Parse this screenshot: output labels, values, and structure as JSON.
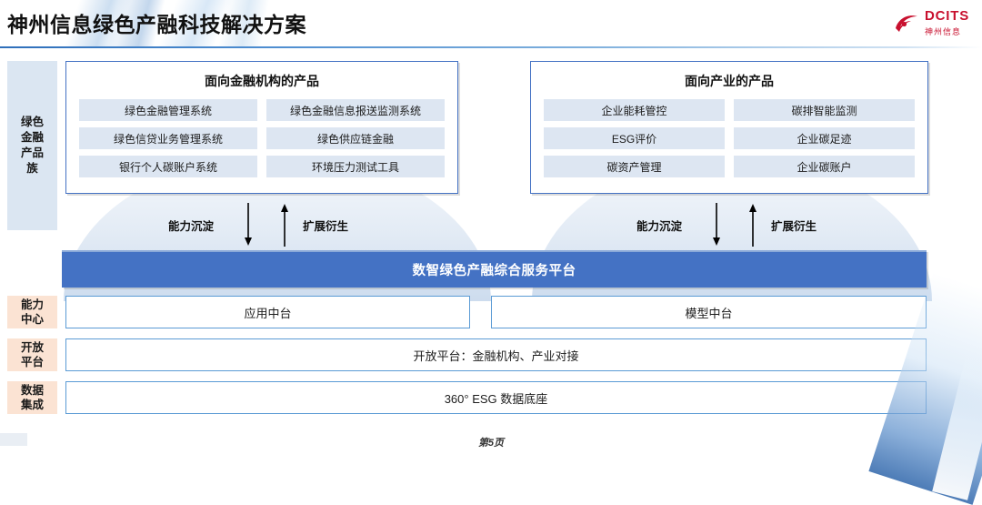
{
  "header": {
    "title": "神州信息绿色产融科技解决方案",
    "logo": {
      "mark": "swoosh-logo-icon",
      "en": "DCITS",
      "cn": "神州信息"
    }
  },
  "rails": [
    {
      "name": "green-finance-family",
      "label": "绿色\n金融\n产品\n族",
      "color": "#dbe6f2"
    },
    {
      "name": "ability-center",
      "label": "能力\n中心",
      "color": "#fbe3d3"
    },
    {
      "name": "open-platform",
      "label": "开放\n平台",
      "color": "#fbe3d3"
    },
    {
      "name": "data-integration",
      "label": "数据\n集成",
      "color": "#fbe3d3"
    }
  ],
  "panels": [
    {
      "title": "面向金融机构的产品",
      "items": [
        "绿色金融管理系统",
        "绿色金融信息报送监测系统",
        "绿色信贷业务管理系统",
        "绿色供应链金融",
        "银行个人碳账户系统",
        "环境压力测试工具"
      ]
    },
    {
      "title": "面向产业的产品",
      "items": [
        "企业能耗管控",
        "碳排智能监测",
        "ESG评价",
        "企业碳足迹",
        "碳资产管理",
        "企业碳账户"
      ]
    }
  ],
  "flows": [
    {
      "down_label": "能力沉淀",
      "up_label": "扩展衍生"
    },
    {
      "down_label": "能力沉淀",
      "up_label": "扩展衍生"
    }
  ],
  "platform": {
    "label": "数智绿色产融综合服务平台",
    "color": "#4472C4"
  },
  "rows": {
    "ability": [
      {
        "label": "应用中台"
      },
      {
        "label": "模型中台"
      }
    ],
    "open": {
      "label": "开放平台：金融机构、产业对接"
    },
    "data": {
      "label": "360° ESG 数据底座"
    }
  },
  "footer": {
    "page_label": "第5页"
  },
  "colors": {
    "accent_blue": "#4472C4",
    "chip_blue": "#DDE6F2",
    "rail_orange": "#FBE3D3",
    "logo_red": "#C8102E",
    "border_blue": "#5B9BD5"
  }
}
